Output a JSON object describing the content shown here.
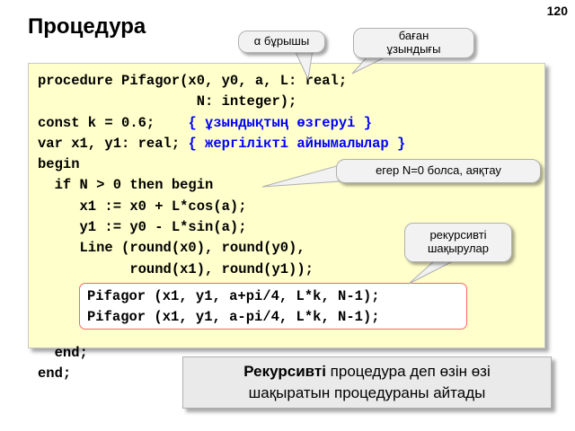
{
  "page_number": "120",
  "title": "Процедура",
  "callouts": {
    "angle": "α бұрышы",
    "side_length": "баған ұзындығы",
    "stop_condition": "егер N=0 болса, аяқтау",
    "recursive_calls": "рекурсивті шақырулар"
  },
  "code": {
    "line1": "procedure Pifagor(x0, y0, a, L: real;",
    "line2": "                   N: integer);",
    "line3_code": "const k = 0.6;    ",
    "line3_comment": "{ ұзындықтың өзгеруі }",
    "line4_code": "var x1, y1: real; ",
    "line4_comment": "{ жергілікті айнымалылар }",
    "line5": "begin",
    "line6": "  if N > 0 then begin",
    "line7": "     x1 := x0 + L*cos(a);",
    "line8": "     y1 := y0 - L*sin(a);",
    "line9": "     Line (round(x0), round(y0),",
    "line10": "           round(x1), round(y1));",
    "call1": "Pifagor (x1, y1, a+pi/4, L*k, N-1);",
    "call2": "Pifagor (x1, y1, a-pi/4, L*k, N-1);",
    "line_end1": "  end;",
    "line_end2": "end;"
  },
  "note": {
    "bold": "Рекурсивті",
    "rest1": " процедура деп өзін өзі",
    "line2": "шақыратын процедураны айтады"
  },
  "colors": {
    "code_background": "#ffffcc",
    "comment": "#0000ff",
    "inner_box_border": "#ff6666"
  }
}
